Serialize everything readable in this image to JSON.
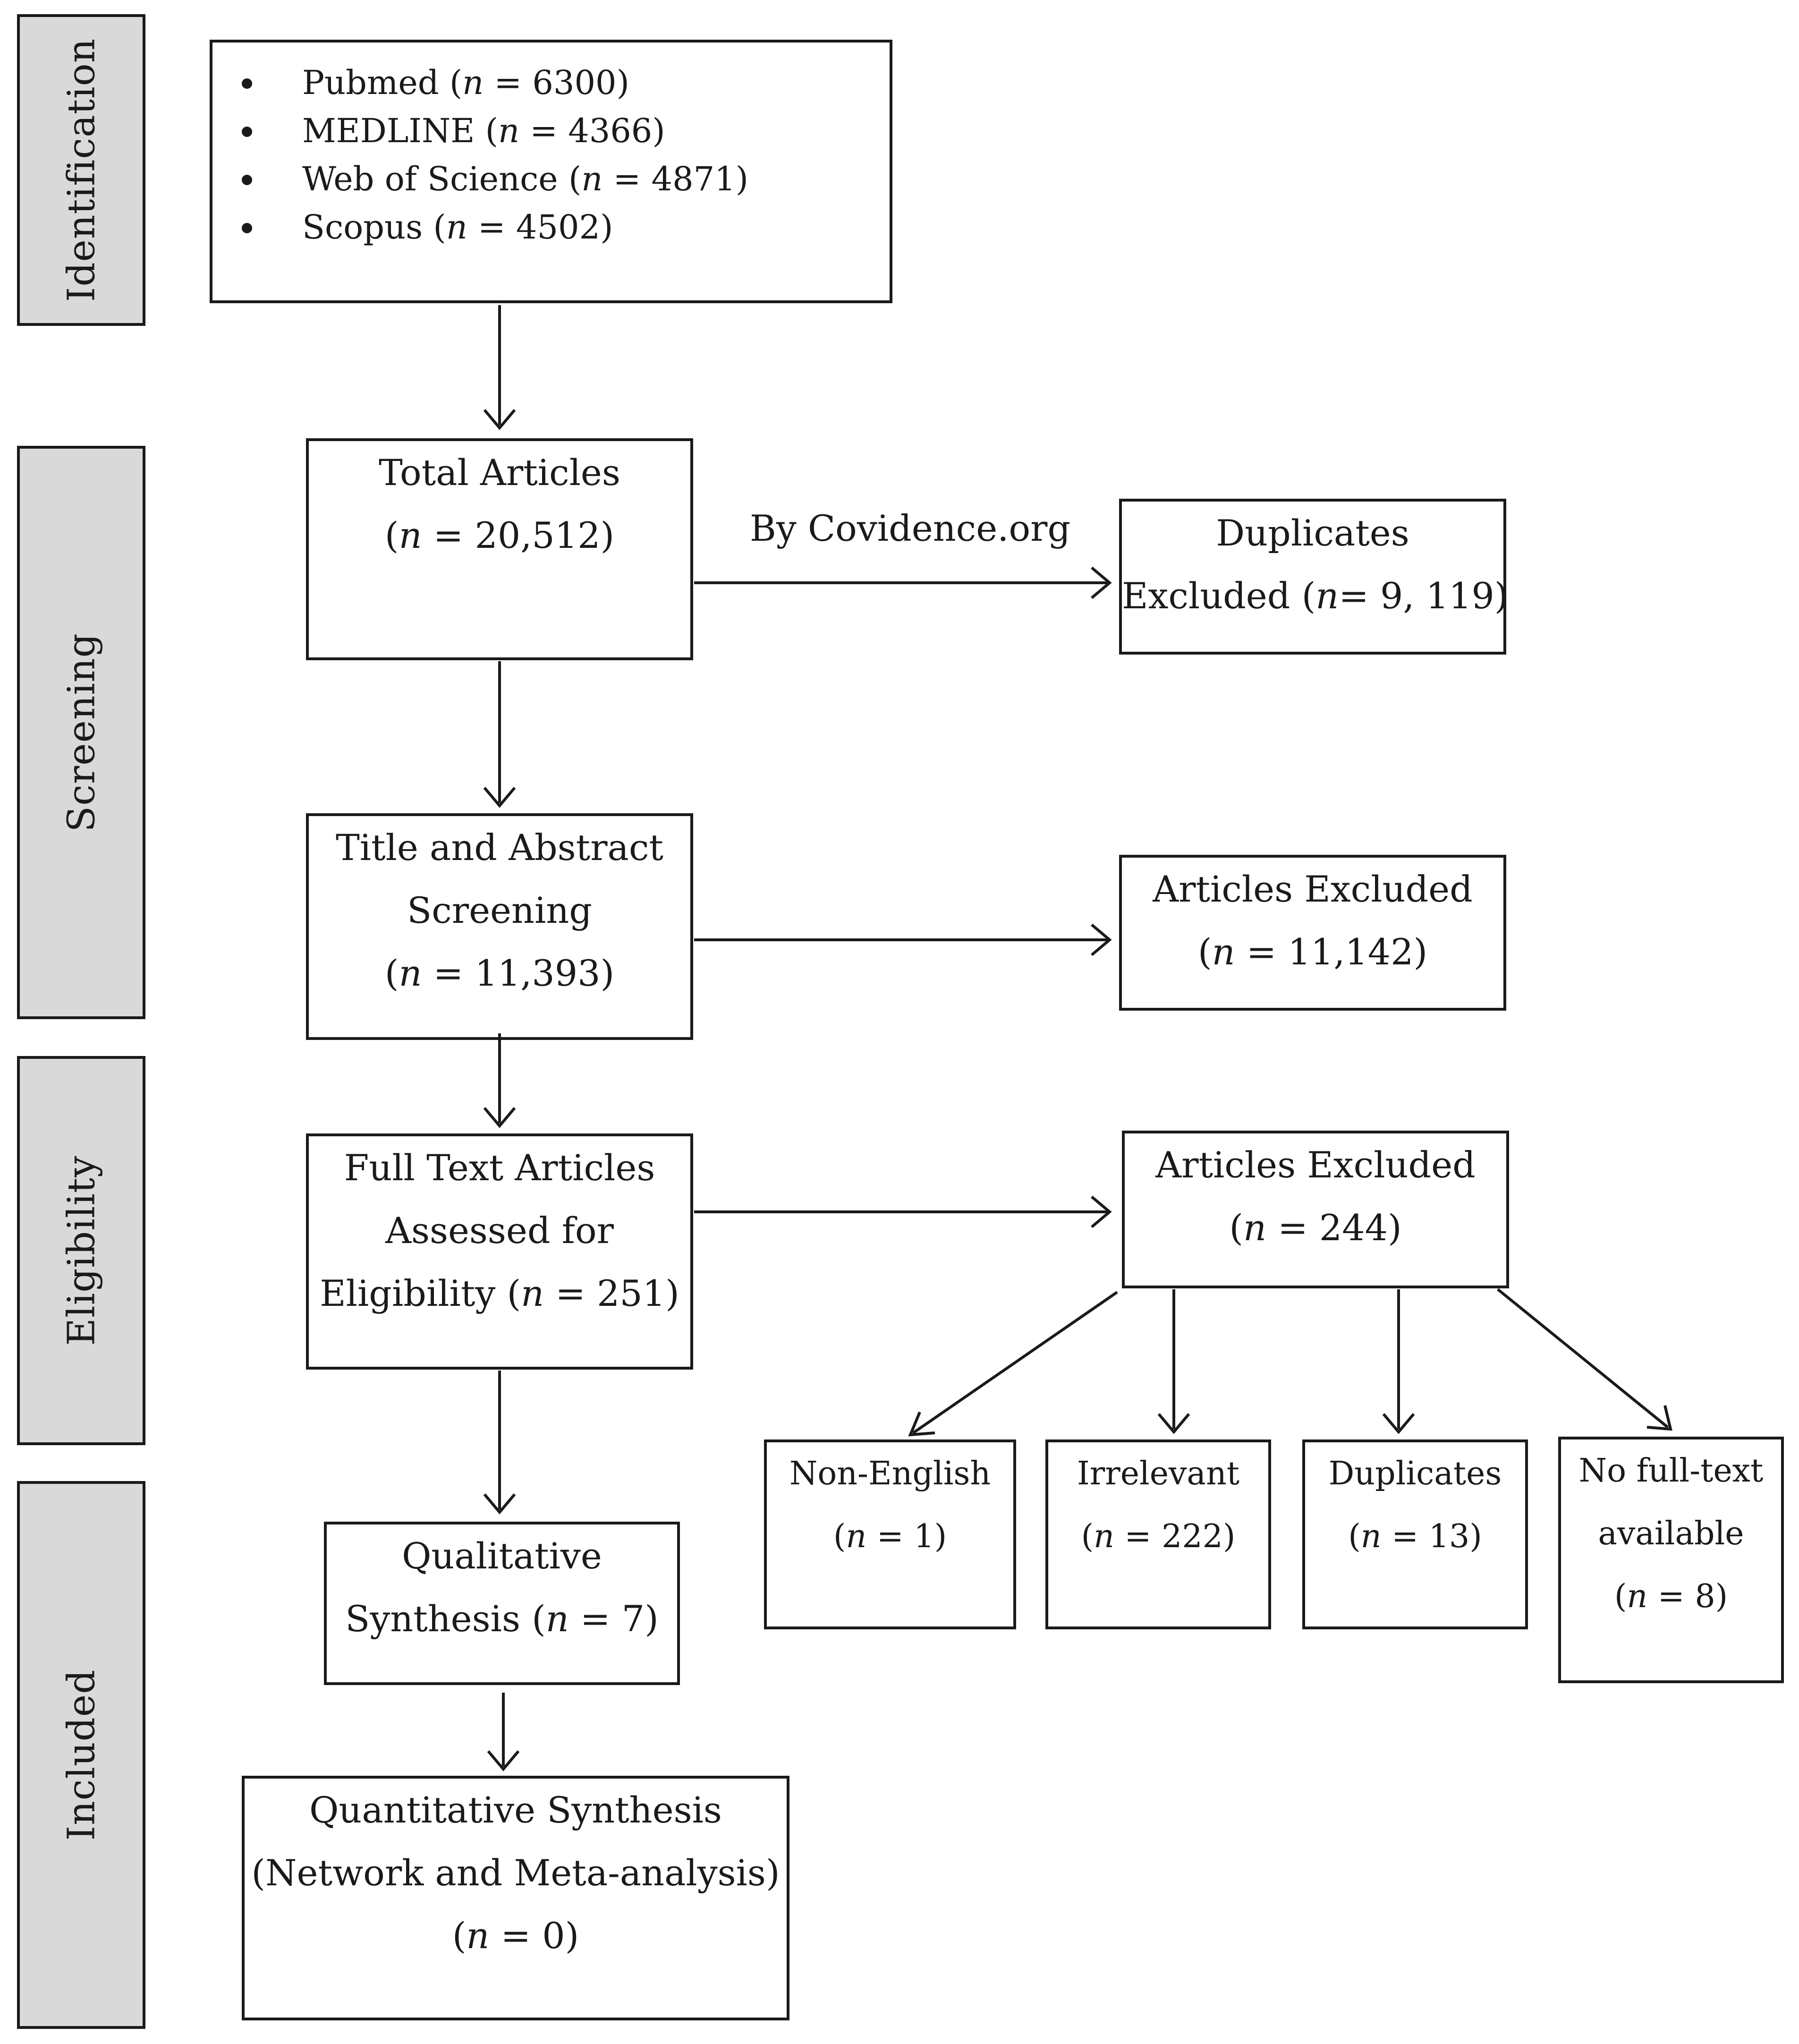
{
  "stages": {
    "identification": "Identification",
    "screening": "Screening",
    "eligibility": "Eligibility",
    "included": "Included"
  },
  "databases": [
    {
      "name": "Pubmed",
      "n_label": "n",
      "count": " = 6300"
    },
    {
      "name": "MEDLINE",
      "n_label": "n",
      "count": " = 4366"
    },
    {
      "name": "Web of Science",
      "n_label": "n",
      "count": " = 4871"
    },
    {
      "name": "Scopus",
      "n_label": "n",
      "count": " = 4502"
    }
  ],
  "total_articles": {
    "title": "Total Articles",
    "n_label": "n",
    "count": " = 20,512"
  },
  "dedup_method": "By Covidence.org",
  "duplicates_excluded": {
    "title": "Duplicates",
    "prefix": "Excluded (",
    "n_label": "n",
    "count": "= 9, 119"
  },
  "title_abstract": {
    "line1": "Title and Abstract",
    "line2": "Screening",
    "n_label": "n",
    "count": " = 11,393"
  },
  "abstract_excluded": {
    "title": "Articles Excluded",
    "n_label": "n",
    "count": " = 11,142"
  },
  "full_text": {
    "line1": "Full Text Articles",
    "line2": "Assessed for",
    "prefix": "Eligibility (",
    "n_label": "n",
    "count": " = 251"
  },
  "fulltext_excluded": {
    "title": "Articles Excluded",
    "n_label": "n",
    "count": " = 244"
  },
  "exclusion_reasons": [
    {
      "label": "Non-English",
      "n_label": "n",
      "count": " = 1"
    },
    {
      "label": "Irrelevant",
      "n_label": "n",
      "count": " = 222"
    },
    {
      "label": "Duplicates",
      "n_label": "n",
      "count": " = 13"
    },
    {
      "label1": "No full-text",
      "label2": "available",
      "n_label": "n",
      "count": " = 8"
    }
  ],
  "qualitative": {
    "line1": "Qualitative",
    "prefix": "Synthesis (",
    "n_label": "n",
    "count": " = 7"
  },
  "quantitative": {
    "line1": "Quantitative Synthesis",
    "line2": "(Network and Meta-analysis)",
    "n_label": "n",
    "count": " = 0"
  }
}
